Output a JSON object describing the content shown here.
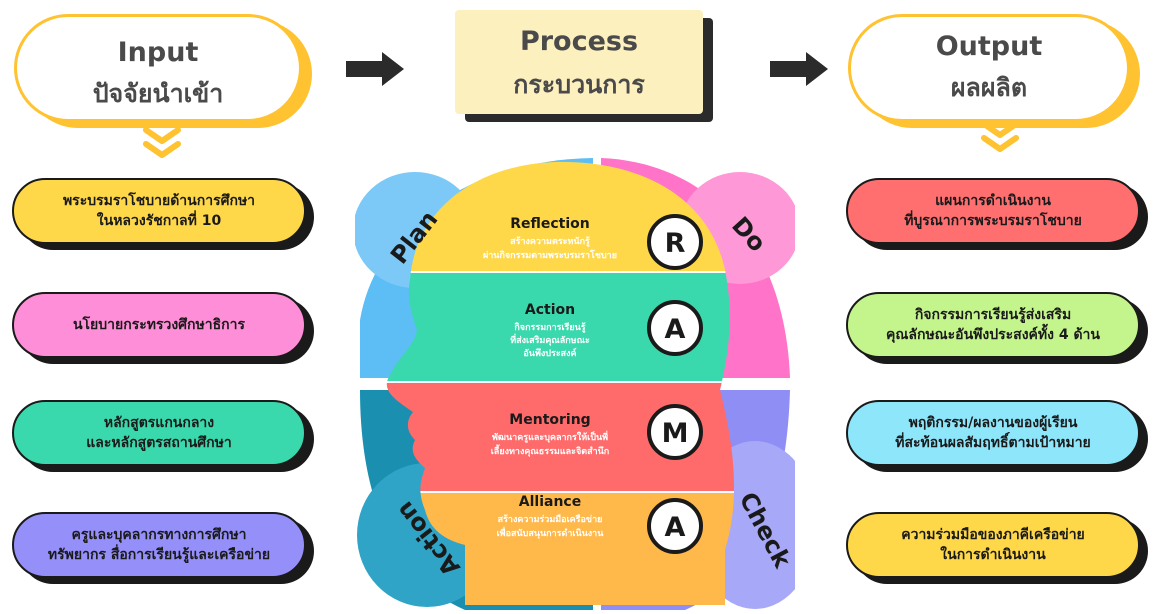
{
  "headers": {
    "input": {
      "title": "Input",
      "subtitle": "ปัจจัยนำเข้า"
    },
    "process": {
      "title": "Process",
      "subtitle": "กระบวนการ"
    },
    "output": {
      "title": "Output",
      "subtitle": "ผลผลิต"
    }
  },
  "inputs": [
    {
      "line1": "พระบรมราโชบายด้านการศึกษา",
      "line2": "ในหลวงรัชกาลที่ 10",
      "color": "#ffd84a"
    },
    {
      "line1": "นโยบายกระทรวงศึกษาธิการ",
      "line2": "",
      "color": "#ff8ed8"
    },
    {
      "line1": "หลักสูตรแกนกลาง",
      "line2": "และหลักสูตรสถานศึกษา",
      "color": "#3ad9ad"
    },
    {
      "line1": "ครูและบุคลากรทางการศึกษา",
      "line2": "ทรัพยากร สื่อการเรียนรู้และเครือข่าย",
      "color": "#958ffa"
    }
  ],
  "outputs": [
    {
      "line1": "แผนการดำเนินงาน",
      "line2": "ที่บูรณาการพระบรมราโชบาย",
      "color": "#ff6f70"
    },
    {
      "line1": "กิจกรรมการเรียนรู้ส่งเสริม",
      "line2": "คุณลักษณะอันพึงประสงค์ทั้ง 4 ด้าน",
      "color": "#c4f58c"
    },
    {
      "line1": "พฤติกรรม/ผลงานของผู้เรียน",
      "line2": "ที่สะท้อนผลสัมฤทธิ์ตามเป้าหมาย",
      "color": "#8ee6fb"
    },
    {
      "line1": "ความร่วมมือของภาคีเครือข่าย",
      "line2": "ในการดำเนินงาน",
      "color": "#ffd84a"
    }
  ],
  "cycle": {
    "plan": "Plan",
    "do": "Do",
    "check": "Check",
    "action": "Action",
    "colors": {
      "plan": "#5dbdf5",
      "do": "#ff73c8",
      "check": "#8e8ef5",
      "action": "#1b8fb0"
    }
  },
  "rama": [
    {
      "title": "Reflection",
      "sub1": "สร้างความตระหนักรู้",
      "sub2": "ผ่านกิจกรรมตามพระบรมราโชบาย",
      "sub3": "",
      "letter": "R",
      "color": "#ffd84a"
    },
    {
      "title": "Action",
      "sub1": "กิจกรรมการเรียนรู้",
      "sub2": "ที่ส่งเสริมคุณลักษณะ",
      "sub3": "อันพึงประสงค์",
      "letter": "A",
      "color": "#3ad9ad"
    },
    {
      "title": "Mentoring",
      "sub1": "พัฒนาครูและบุคลากรให้เป็นพี่",
      "sub2": "เลี้ยงทางคุณธรรมและจิตสำนึก",
      "sub3": "",
      "letter": "M",
      "color": "#ff6a6a"
    },
    {
      "title": "Alliance",
      "sub1": "สร้างความร่วมมือเครือข่าย",
      "sub2": "เพื่อสนับสนุนการดำเนินงาน",
      "sub3": "",
      "letter": "A",
      "color": "#ffb84a"
    }
  ]
}
